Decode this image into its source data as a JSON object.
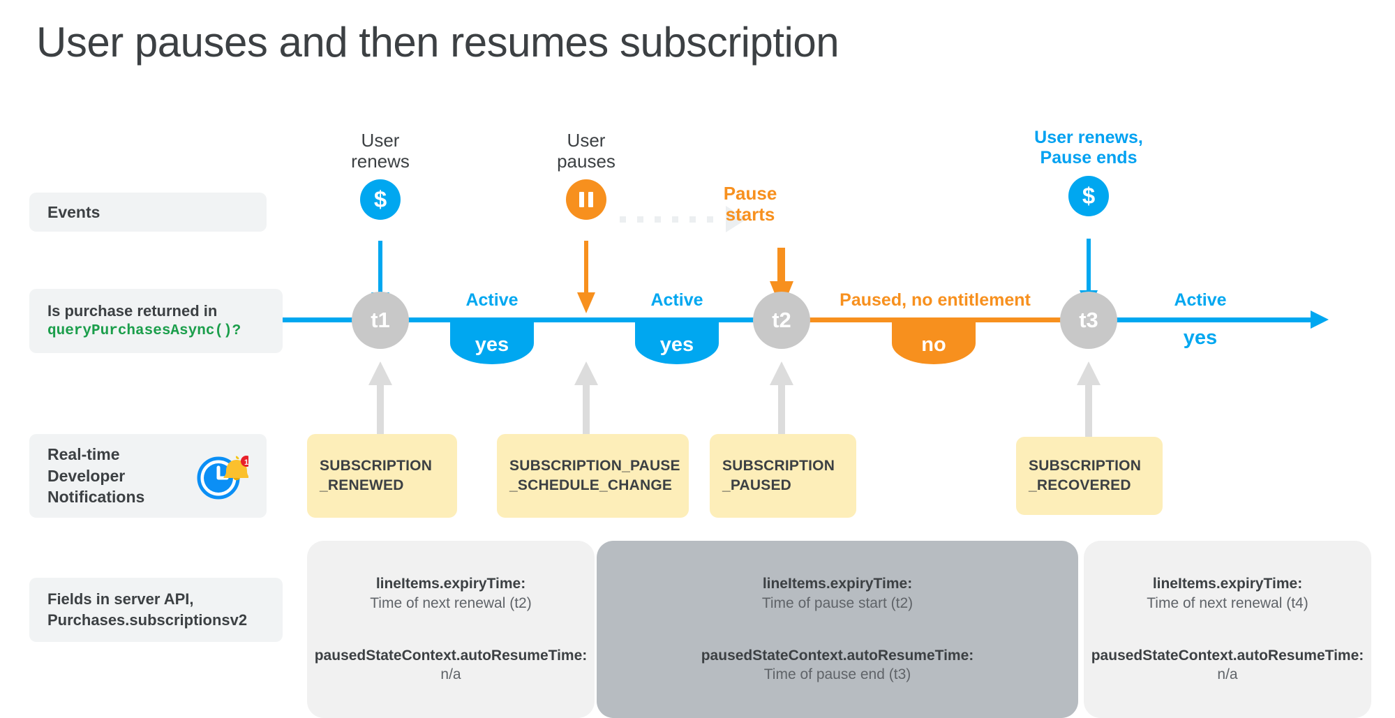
{
  "title": "User pauses and then resumes subscription",
  "colors": {
    "blue": "#00a7f0",
    "orange": "#f7901e",
    "grey_node": "#c8c8c8",
    "grey_arrow": "#dcdcdc",
    "yellow_box": "#fdeeb9",
    "panel_light": "#f1f1f1",
    "panel_dark": "#b7bcc1",
    "code_green": "#1b9e4b",
    "text": "#3c4043"
  },
  "row_labels": {
    "events": "Events",
    "query_line1": "Is purchase returned in",
    "query_code": "queryPurchasesAsync()?",
    "rtdn_line1": "Real-time",
    "rtdn_line2": "Developer",
    "rtdn_line3": "Notifications",
    "rtdn_icon": "clock-bell-notification-icon",
    "fields_line1": "Fields in server API,",
    "fields_line2": "Purchases.subscriptionsv2"
  },
  "events": [
    {
      "name": "user-renews-t1",
      "line1": "User",
      "line2": "renews",
      "badge_icon": "dollar-icon",
      "badge_glyph": "$",
      "badge_color": "blue",
      "arrow_color": "blue"
    },
    {
      "name": "user-pauses",
      "line1": "User",
      "line2": "pauses",
      "badge_icon": "pause-icon",
      "badge_glyph": "II",
      "badge_color": "orange",
      "arrow_color": "orange"
    },
    {
      "name": "pause-starts",
      "line1": "Pause",
      "line2": "starts",
      "badge_icon": "none",
      "badge_glyph": "",
      "badge_color": "none",
      "arrow_color": "orange"
    },
    {
      "name": "user-renews-pause-ends",
      "line1": "User renews,",
      "line2": "Pause ends",
      "badge_icon": "dollar-icon",
      "badge_glyph": "$",
      "badge_color": "blue",
      "arrow_color": "blue"
    }
  ],
  "timeline": {
    "nodes": [
      {
        "label": "t1"
      },
      {
        "label": "t2"
      },
      {
        "label": "t3"
      }
    ],
    "segments": [
      {
        "status": "Active",
        "entitlement": "yes",
        "color": "blue"
      },
      {
        "status": "Active",
        "entitlement": "yes",
        "color": "blue"
      },
      {
        "status": "Paused, no entitlement",
        "entitlement": "no",
        "color": "orange"
      },
      {
        "status": "Active",
        "entitlement": "yes",
        "color": "blue"
      }
    ]
  },
  "rtdn_boxes": [
    {
      "line1": "SUBSCRIPTION",
      "line2": "_RENEWED"
    },
    {
      "line1": "SUBSCRIPTION_PAUSE",
      "line2": "_SCHEDULE_CHANGE"
    },
    {
      "line1": "SUBSCRIPTION",
      "line2": "_PAUSED"
    },
    {
      "line1": "SUBSCRIPTION",
      "line2": "_RECOVERED"
    }
  ],
  "field_panels": [
    {
      "tone": "light",
      "expiry_name": "lineItems.expiryTime:",
      "expiry_value": "Time of next renewal (t2)",
      "resume_name": "pausedStateContext.autoResumeTime:",
      "resume_value": "n/a"
    },
    {
      "tone": "dark",
      "expiry_name": "lineItems.expiryTime:",
      "expiry_value": "Time of pause start (t2)",
      "resume_name": "pausedStateContext.autoResumeTime:",
      "resume_value": "Time of pause end (t3)"
    },
    {
      "tone": "light",
      "expiry_name": "lineItems.expiryTime:",
      "expiry_value": "Time of next renewal (t4)",
      "resume_name": "pausedStateContext.autoResumeTime:",
      "resume_value": "n/a"
    }
  ]
}
